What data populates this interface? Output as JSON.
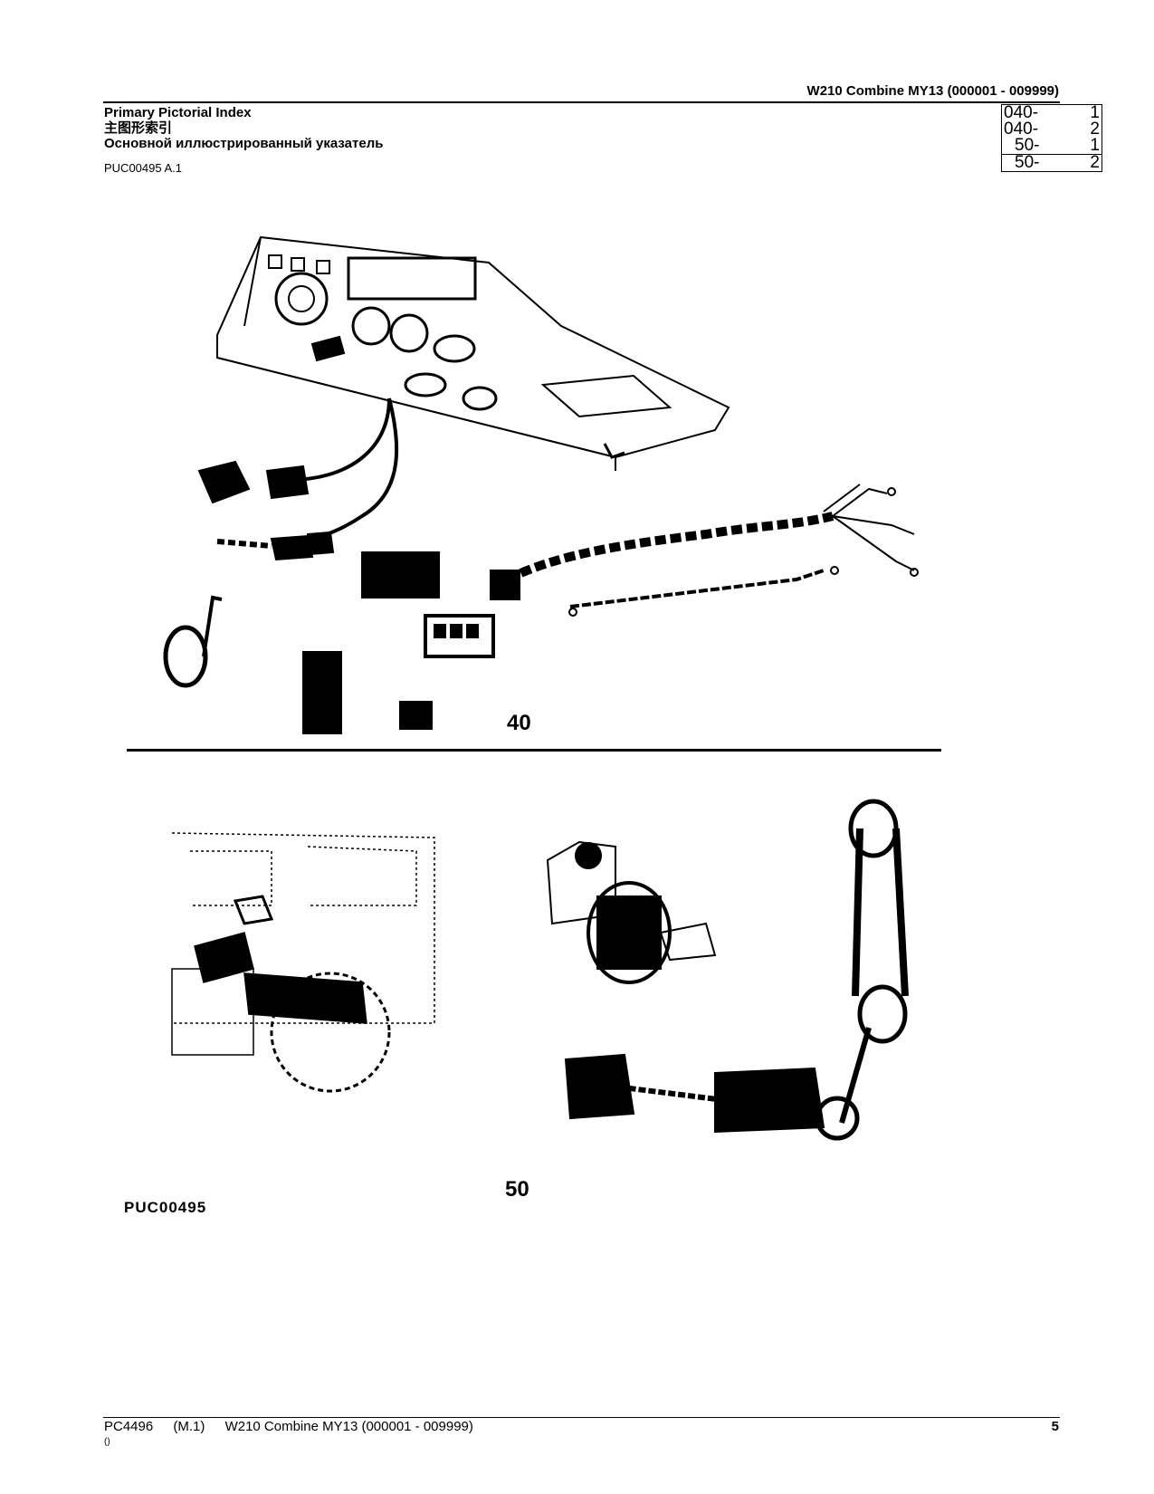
{
  "header": {
    "title": "W210 Combine MY13 (000001 - 009999)"
  },
  "title_block": {
    "title_en": "Primary Pictorial Index",
    "title_zh": "主图形索引",
    "title_ru": "Основной иллюстрированный указатель",
    "code": "PUC00495 A.1"
  },
  "index": [
    {
      "group": "040-",
      "page": "1"
    },
    {
      "group": "040-",
      "page": "2"
    },
    {
      "group": "50-",
      "page": "1"
    },
    {
      "group": "50-",
      "page": "2"
    }
  ],
  "figure": {
    "label_top": "40",
    "label_bottom": "50",
    "code": "PUC00495"
  },
  "footer": {
    "doc": "PC4496",
    "rev": "(M.1)",
    "title": "W210 Combine MY13 (000001 - 009999)",
    "sub": "()",
    "page": "5"
  }
}
